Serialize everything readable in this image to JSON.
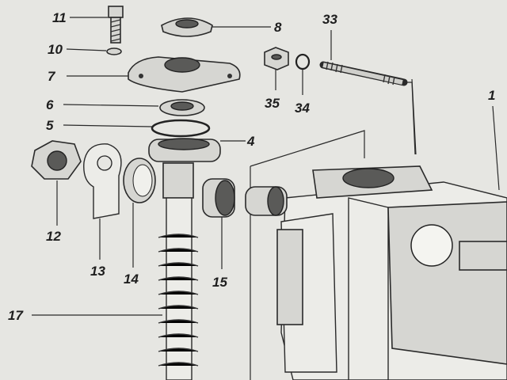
{
  "diagram": {
    "type": "exploded parts diagram",
    "part_labels": {
      "p1": "1",
      "p4": "4",
      "p5": "5",
      "p6": "6",
      "p7": "7",
      "p8": "8",
      "p10": "10",
      "p11": "11",
      "p12": "12",
      "p13": "13",
      "p14": "14",
      "p15": "15",
      "p17": "17",
      "p33": "33",
      "p34": "34",
      "p35": "35"
    }
  }
}
